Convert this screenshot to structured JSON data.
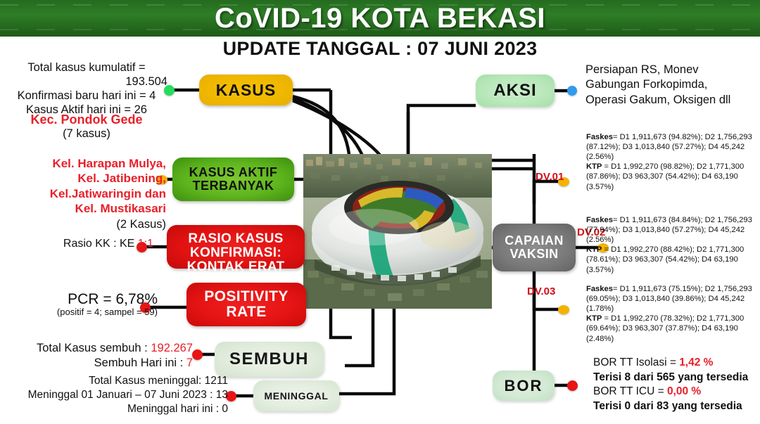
{
  "header": {
    "title": "CoVID-19 KOTA BEKASI",
    "subtitle": "UPDATE TANGGAL : 07 JUNI 2023"
  },
  "nodes": {
    "kasus": "KASUS",
    "kasus_aktif_terbanyak_line1": "KASUS AKTIF",
    "kasus_aktif_terbanyak_line2": "TERBANYAK",
    "rasio_line1": "RASIO KASUS",
    "rasio_line2": "KONFIRMASI:",
    "rasio_line3": "KONTAK ERAT",
    "positivity_line1": "POSITIVITY",
    "positivity_line2": "RATE",
    "sembuh": "SEMBUH",
    "meninggal": "MENINGGAL",
    "aksi": "AKSI",
    "capaian_line1": "CAPAIAN",
    "capaian_line2": "VAKSIN",
    "bor": "BOR"
  },
  "left": {
    "kasus_stats": {
      "line1": "Total kasus kumulatif =",
      "line2": "193.504",
      "line3": "Konfirmasi baru hari ini = 4",
      "line4": "Kasus Aktif hari ini = 26"
    },
    "kecamatan": {
      "name": "Kec. Pondok Gede",
      "count": "(7 kasus)"
    },
    "kelurahan": {
      "line1": "Kel. Harapan Mulya,",
      "line2": "Kel. Jatibening,",
      "line3": "Kel.Jatiwaringin dan",
      "line4": "Kel. Mustikasari",
      "count": "(2 Kasus)"
    },
    "rasio": {
      "label": "Rasio KK : KE ",
      "value": "1:1"
    },
    "pcr": {
      "line1": "PCR =  6,78%",
      "line2": "(positif =  4; sampel = 59)"
    },
    "sembuh": {
      "line1_label": "Total Kasus sembuh : ",
      "line1_value": "192.267",
      "line2_label": "Sembuh Hari ini : ",
      "line2_value": "7"
    },
    "meninggal": {
      "line1": "Total Kasus meninggal: 1211",
      "line2": "Meninggal 01 Januari – 07 Juni 2023 : 13",
      "line3": "Meninggal hari ini : 0"
    }
  },
  "right": {
    "aksi": {
      "line1": "Persiapan RS, Monev",
      "line2": "Gabungan Forkopimda,",
      "line3": "Operasi Gakum, Oksigen dll"
    },
    "dv_labels": {
      "dv01": "DV.01",
      "dv02": "DV.02",
      "dv03": "DV.03"
    },
    "vaksin": {
      "dv01": {
        "faskes_head": "Faskes",
        "faskes_body": "= D1 1,911,673 (94.82%); D2 1,756,293 (87.12%); D3 1,013,840 (57.27%); D4 45,242 (2.56%)",
        "ktp_head": "KTP",
        "ktp_body": " = D1 1,992,270 (98.82%); D2 1,771,300 (87.86%); D3 963,307 (54.42%); D4 63,190 (3.57%)"
      },
      "dv02": {
        "faskes_head": "Faskes",
        "faskes_body": "= D1 1,911,673 (84.84%); D2 1,756,293 (77.94%); D3 1,013,840 (57.27%); D4 45,242 (2.56%)",
        "ktp_head": "KTP",
        "ktp_body": " = D1 1,992,270 (88.42%); D2 1,771,300 (78.61%); D3 963,307 (54.42%); D4 63,190 (3.57%)"
      },
      "dv03": {
        "faskes_head": "Faskes",
        "faskes_body": "= D1 1,911,673 (75.15%); D2 1,756,293 (69.05%); D3 1,013,840 (39.86%); D4 45,242 (1.78%)",
        "ktp_head": "KTP",
        "ktp_body": " = D1 1,992,270 (78.32%); D2 1,771,300 (69.64%); D3 963,307 (37.87%); D4 63,190 (2.48%)"
      }
    },
    "bor": {
      "line1_label": "BOR TT Isolasi = ",
      "line1_value": "1,42 %",
      "line2": "Terisi  8 dari 565 yang tersedia",
      "line3_label": "BOR TT ICU = ",
      "line3_value": "0,00 %",
      "line4": "Terisi 0 dari 83 yang tersedia"
    }
  },
  "colors": {
    "header_green": "#2e7d26",
    "kasus_yellow": "#f0b800",
    "aktif_green": "#5eb51d",
    "red": "#e21212",
    "gray": "#7b7b7b",
    "pale_green": "#d2e9d3",
    "accent_red_text": "#e8202a",
    "dot_green": "#24dd5c",
    "dot_amber": "#f5b200",
    "dot_red": "#e81515",
    "dot_blue": "#2e9bf0"
  },
  "photo": {
    "alt": "Stadion Patriot Candrabhaga Bekasi aerial photo"
  }
}
